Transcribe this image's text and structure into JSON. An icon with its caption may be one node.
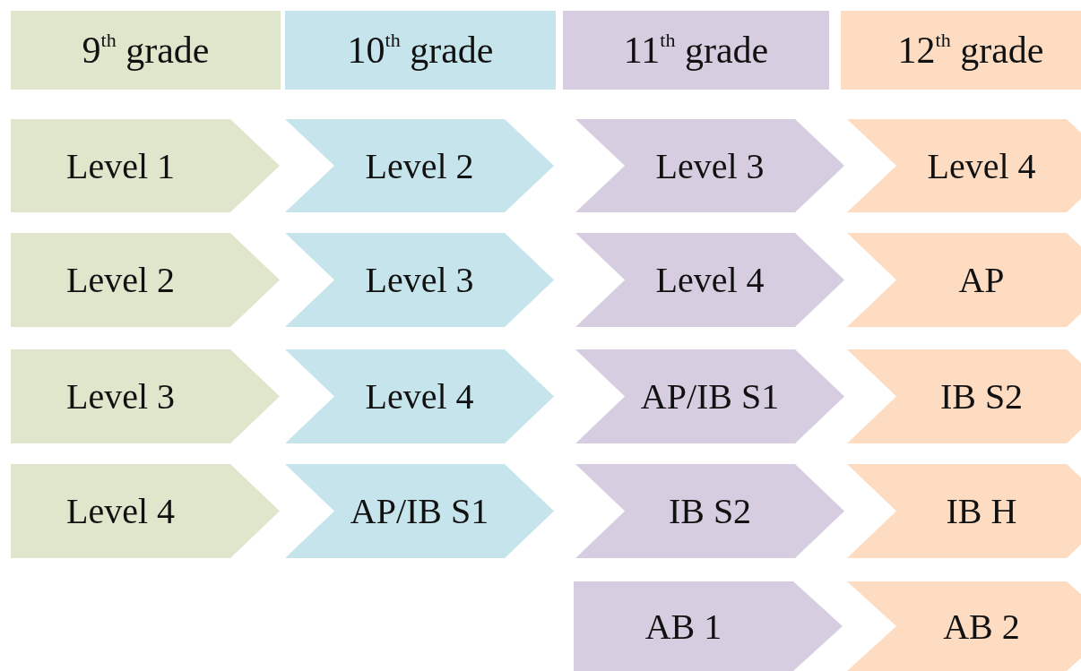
{
  "diagram": {
    "nodes": [
      {
        "text": [
          "9$^{th}$ grade"
        ]
      },
      {
        "text": [
          "10$^{th}$ grade"
        ]
      },
      {
        "text": [
          "11$^{th}$ grade"
        ]
      },
      {
        "text": [
          "12$^{th}$ grade"
        ]
      },
      {
        "text": [
          "Level 1"
        ]
      },
      {
        "text": [
          "Level 2"
        ]
      },
      {
        "text": [
          "Level 3"
        ]
      },
      {
        "text": [
          "Level 4"
        ]
      },
      {
        "text": [
          "Level 2"
        ]
      },
      {
        "text": [
          "Level 3"
        ]
      },
      {
        "text": [
          "Level 4"
        ]
      },
      {
        "text": [
          "AP"
        ]
      },
      {
        "text": [
          "Level 3"
        ]
      },
      {
        "text": [
          "Level 4"
        ]
      },
      {
        "text": [
          "AP/IB S1"
        ]
      },
      {
        "text": [
          "IB S2"
        ]
      },
      {
        "text": [
          "Level 4"
        ]
      },
      {
        "text": [
          "AP/IB S1"
        ]
      },
      {
        "text": [
          "IB S2"
        ]
      },
      {
        "text": [
          "IB H"
        ]
      },
      {
        "text": [
          "AB 1"
        ]
      },
      {
        "text": [
          "AB 2"
        ]
      }
    ]
  }
}
